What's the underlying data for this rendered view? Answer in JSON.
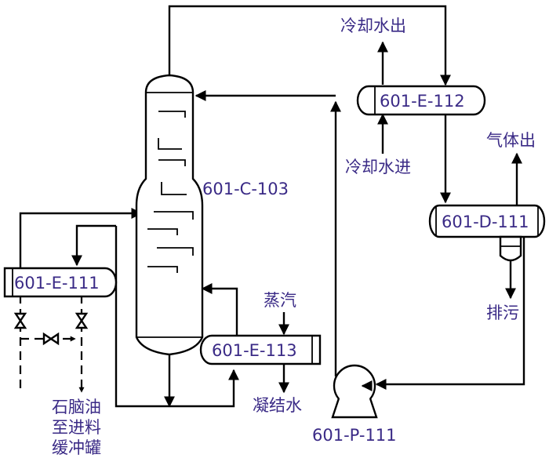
{
  "equipment": {
    "column": "601-C-103",
    "condenser": "601-E-112",
    "drum": "601-D-111",
    "feed_exchanger": "601-E-111",
    "reboiler": "601-E-113",
    "pump": "601-P-111"
  },
  "streams": {
    "cooling_water_out": "冷却水出",
    "cooling_water_in": "冷却水进",
    "gas_out": "气体出",
    "drain": "排污",
    "steam": "蒸汽",
    "condensate": "凝结水",
    "naphtha_line1": "石脑油",
    "naphtha_line2": "至进料",
    "naphtha_line3": "缓冲罐"
  }
}
